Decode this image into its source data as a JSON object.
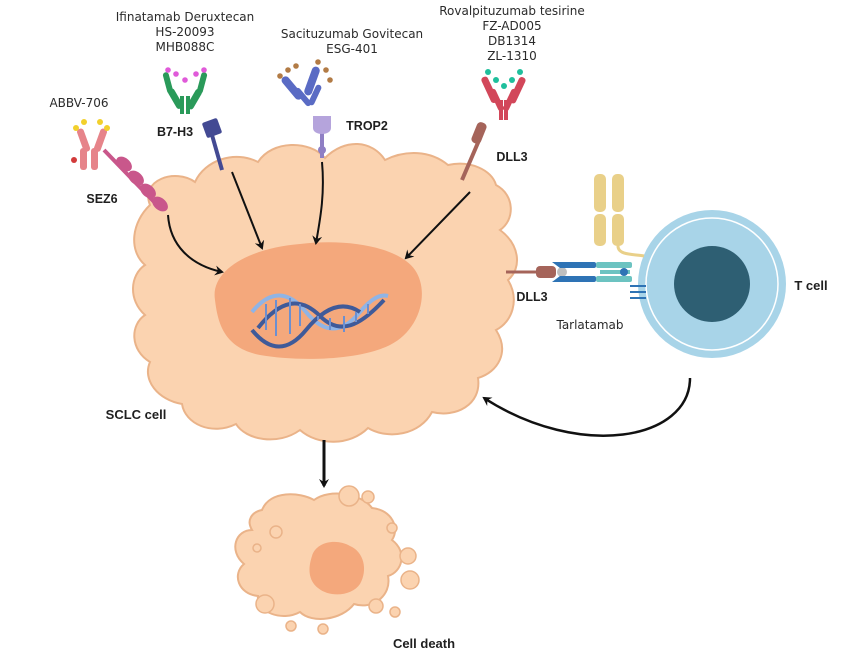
{
  "drug_groups": {
    "abbv": [
      "ABBV-706"
    ],
    "b7h3": [
      "Ifinatamab Deruxtecan",
      "HS-20093",
      "MHB088C"
    ],
    "trop2": [
      "Sacituzumab Govitecan",
      "ESG-401"
    ],
    "dll3": [
      "Rovalpituzumab tesirine",
      "FZ-AD005",
      "DB1314",
      "ZL-1310"
    ]
  },
  "targets": {
    "sez6": "SEZ6",
    "b7h3": "B7-H3",
    "trop2": "TROP2",
    "dll3_top": "DLL3",
    "dll3_right": "DLL3"
  },
  "bispecific": "Tarlatamab",
  "cells": {
    "tumor": "SCLC cell",
    "tcell": "T cell",
    "death": "Cell death"
  },
  "colors": {
    "tumor_fill": "#fbd3b0",
    "tumor_stroke": "#e9a878",
    "nucleus": "#f4a577",
    "dna_dark": "#3f5a99",
    "dna_light": "#8fb4e6",
    "tcell_outer": "#a8d4e8",
    "tcell_inner": "#2e5f73",
    "abbv_antibody": "#e6848a",
    "b7h3_antibody": "#2a9a5a",
    "b7h3_receptor": "#434a93",
    "trop2_antibody": "#5a6bc4",
    "trop2_receptor": "#b5a4dc",
    "dll3_antibody": "#d2475a",
    "dll3_receptor": "#a5645a",
    "sez6_receptor": "#c9578b",
    "tarlatamab_cd3": "#e9d089",
    "tarlatamab_dll3_arm": "#2e73b5",
    "tarlatamab_cd3_arm": "#6cc3c1"
  }
}
